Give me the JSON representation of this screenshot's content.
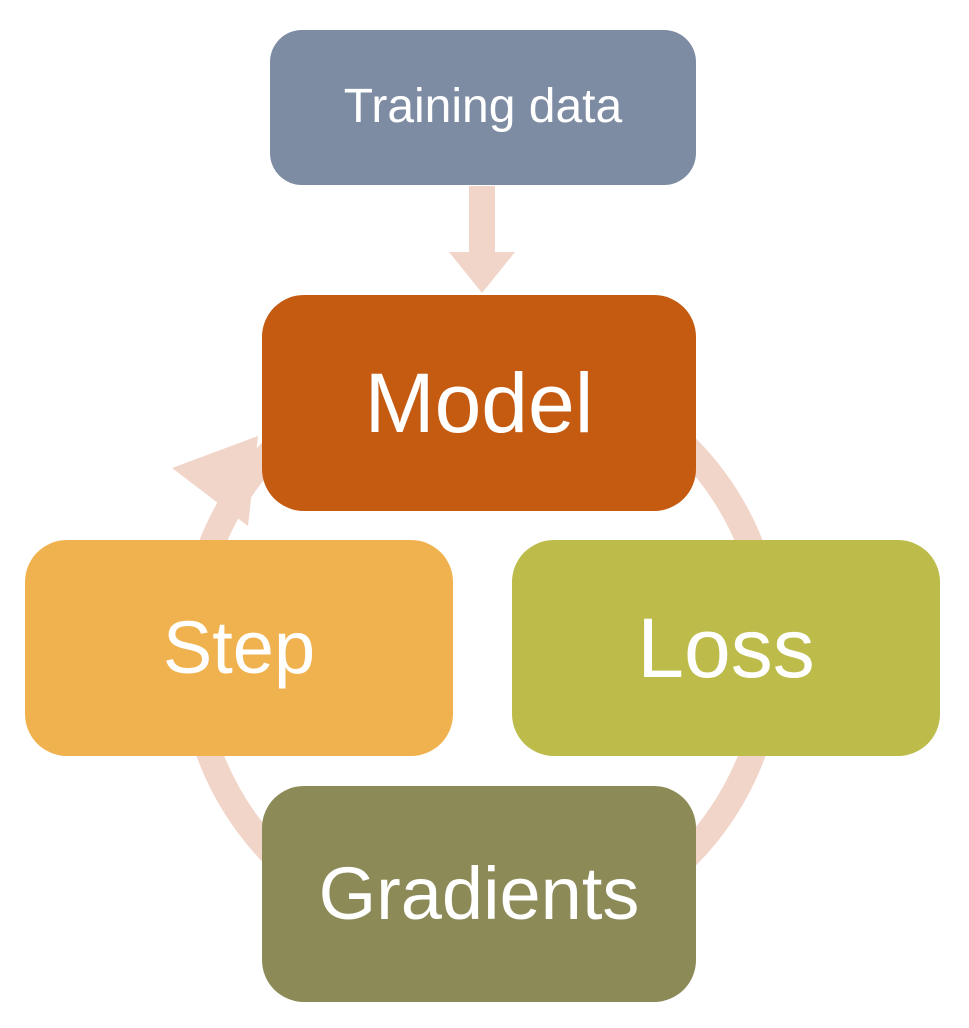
{
  "diagram": {
    "type": "cycle",
    "description": "Training loop cycle diagram",
    "cycle_color": "#F2D5C9",
    "nodes": [
      {
        "id": "training-data",
        "label": "Training data",
        "color": "#7D8CA3",
        "position": "top-input"
      },
      {
        "id": "model",
        "label": "Model",
        "color": "#C55A11",
        "position": "cycle-top"
      },
      {
        "id": "loss",
        "label": "Loss",
        "color": "#BDBC4B",
        "position": "cycle-right"
      },
      {
        "id": "gradients",
        "label": "Gradients",
        "color": "#8C8B58",
        "position": "cycle-bottom"
      },
      {
        "id": "step",
        "label": "Step",
        "color": "#F0B24F",
        "position": "cycle-left"
      }
    ],
    "edges": [
      {
        "from": "training-data",
        "to": "model",
        "style": "straight-down-arrow"
      },
      {
        "from": "model",
        "to": "loss",
        "style": "cycle-arc"
      },
      {
        "from": "loss",
        "to": "gradients",
        "style": "cycle-arc"
      },
      {
        "from": "gradients",
        "to": "step",
        "style": "cycle-arc"
      },
      {
        "from": "step",
        "to": "model",
        "style": "cycle-arc-arrowhead"
      }
    ]
  }
}
